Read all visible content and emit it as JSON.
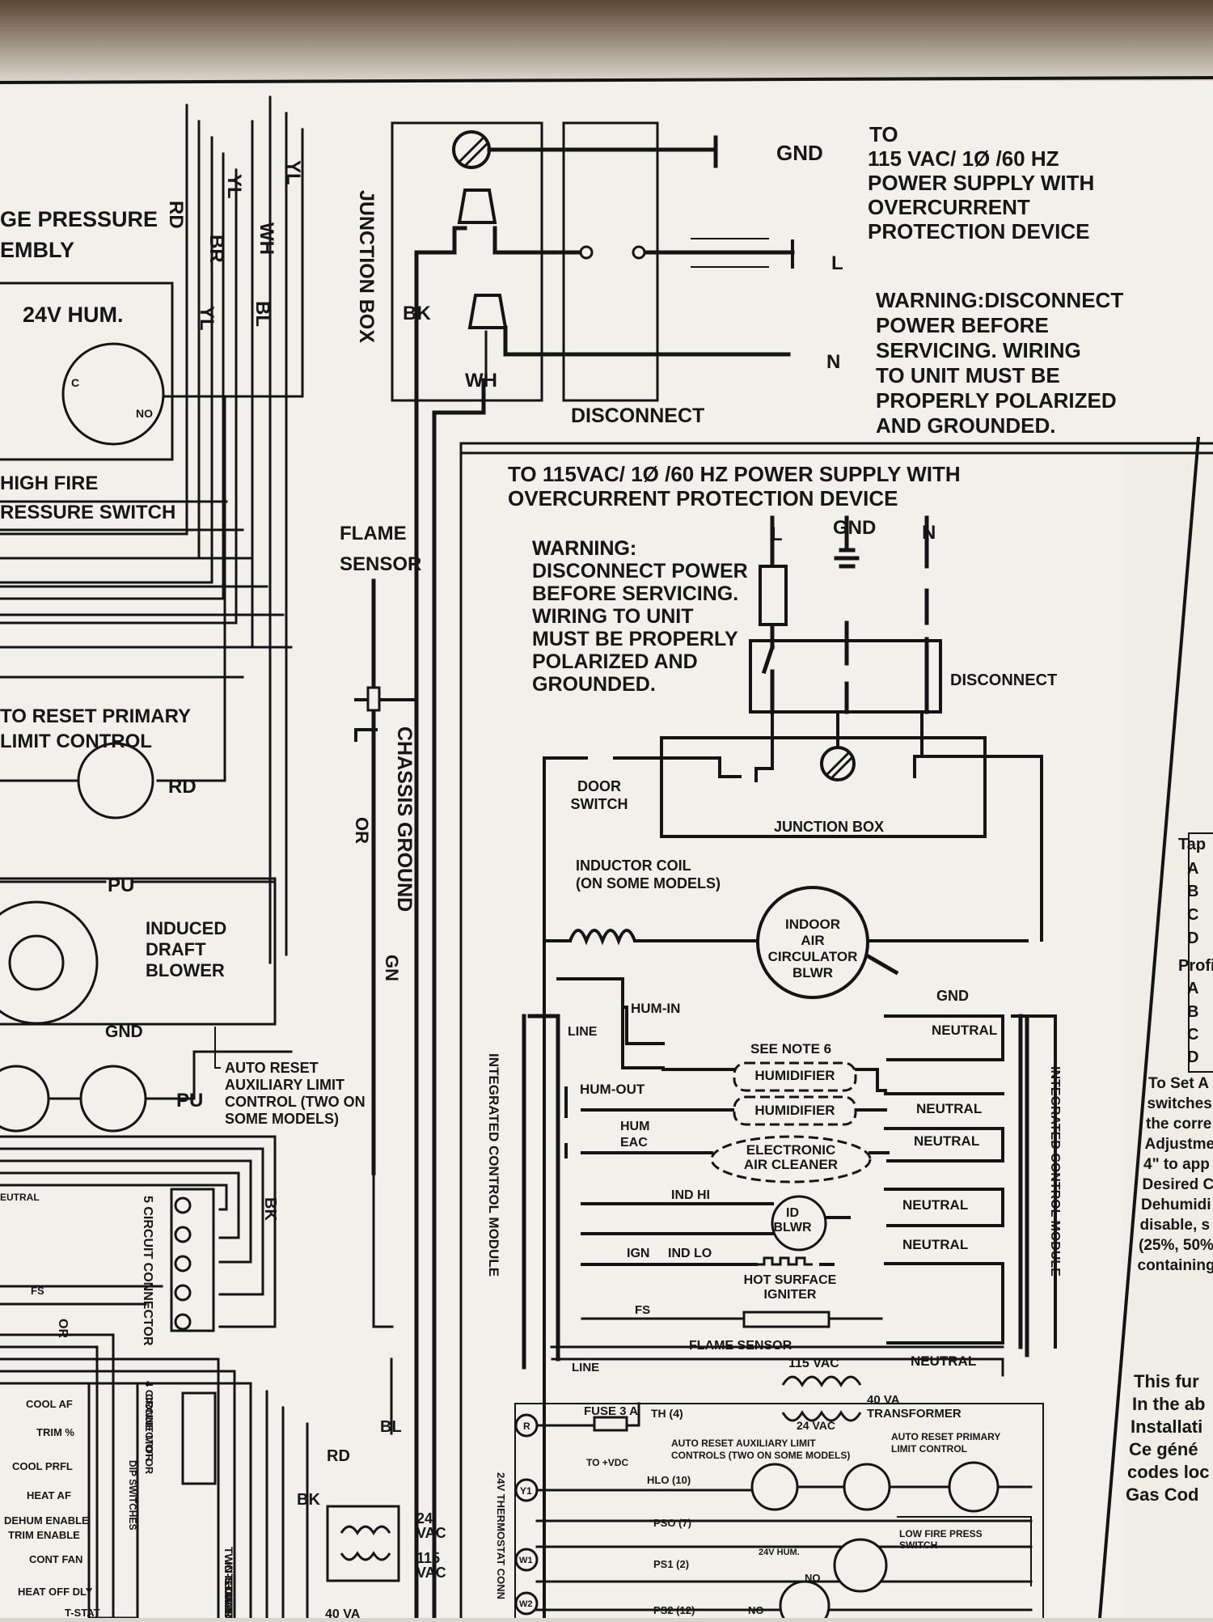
{
  "colors": {
    "paper": "#f1f0ea",
    "ink": "#141414",
    "shadow": "#7d6a55",
    "wall": "#d9d6ce"
  },
  "top": {
    "gnd": "GND",
    "to": "TO",
    "supply": [
      "115 VAC/ 1Ø /60 HZ",
      "POWER SUPPLY WITH",
      "OVERCURRENT",
      "PROTECTION DEVICE"
    ],
    "l": "L",
    "n": "N",
    "warning": [
      "WARNING:DISCONNECT",
      "POWER BEFORE",
      "SERVICING. WIRING",
      "TO UNIT MUST BE",
      "PROPERLY POLARIZED",
      "AND GROUNDED."
    ],
    "disconnect": "DISCONNECT",
    "junction_box": "JUNCTION BOX",
    "bk": "BK",
    "wh": "WH"
  },
  "left": {
    "pressure": [
      "GE PRESSURE",
      "EMBLY"
    ],
    "wire_labels": [
      "RD",
      "YL",
      "BR",
      "YL",
      "WH",
      "BL",
      "YL"
    ],
    "hum": "24V HUM.",
    "c": "C",
    "no": "NO",
    "high_fire": [
      "HIGH FIRE",
      "RESSURE SWITCH"
    ],
    "reset_primary": [
      "TO RESET PRIMARY",
      "LIMIT CONTROL"
    ],
    "rd": "RD",
    "pu": "PU",
    "induced": [
      "INDUCED",
      "DRAFT",
      "BLOWER"
    ],
    "gnd": "GND",
    "pu2": "PU",
    "aux": [
      "AUTO RESET",
      "AUXILIARY LIMIT",
      "CONTROL (TWO ON",
      "SOME MODELS)"
    ],
    "five_circuit": "5 CIRCUIT CONNECTOR",
    "bk": "BK",
    "eutral": "EUTRAL",
    "fs": "FS",
    "or": "OR"
  },
  "flame": {
    "label": [
      "FLAME",
      "SENSOR"
    ],
    "or": "OR",
    "chassis": "CHASSIS GROUND",
    "gn": "GN"
  },
  "main": {
    "title": [
      "TO 115VAC/ 1Ø /60 HZ POWER SUPPLY WITH",
      "OVERCURRENT PROTECTION DEVICE"
    ],
    "l": "L",
    "gnd": "GND",
    "n": "N",
    "warning": [
      "WARNING:",
      "DISCONNECT POWER",
      "BEFORE SERVICING.",
      "WIRING TO UNIT",
      "MUST BE PROPERLY",
      "POLARIZED AND",
      "GROUNDED."
    ],
    "disconnect": "DISCONNECT",
    "door": [
      "DOOR",
      "SWITCH"
    ],
    "junction": "JUNCTION BOX",
    "inductor": [
      "INDUCTOR COIL",
      "(ON SOME MODELS)"
    ],
    "indoor": [
      "INDOOR",
      "AIR",
      "CIRCULATOR",
      "BLWR"
    ],
    "gnd2": "GND",
    "hum_in": "HUM-IN",
    "line": "LINE",
    "see_note": "SEE NOTE 6",
    "neutral_labels": [
      "NEUTRAL",
      "NEUTRAL",
      "NEUTRAL",
      "NEUTRAL",
      "NEUTRAL",
      "NEUTRAL"
    ],
    "hum_out": "HUM-OUT",
    "humidifier": [
      "HUMIDIFIER",
      "HUMIDIFIER"
    ],
    "hum_eac": [
      "HUM",
      "EAC"
    ],
    "eac": [
      "ELECTRONIC",
      "AIR CLEANER"
    ],
    "ind_hi": "IND HI",
    "id_blwr": [
      "ID",
      "BLWR"
    ],
    "ign": "IGN",
    "ind_lo": "IND LO",
    "hsi": [
      "HOT SURFACE",
      "IGNITER"
    ],
    "fs": "FS",
    "flame_sensor": "FLAME SENSOR",
    "line2": "LINE",
    "vac": "115 VAC",
    "icm": "INTEGRATED CONTROL MODULE"
  },
  "bottom": {
    "fuse": "FUSE 3 A",
    "th": "TH (4)",
    "va": [
      "40 VA",
      "TRANSFORMER"
    ],
    "vac24": "24 VAC",
    "aux": [
      "AUTO RESET AUXILIARY LIMIT",
      "CONTROLS (TWO ON SOME MODELS)"
    ],
    "primary": [
      "AUTO RESET PRIMARY",
      "LIMIT CONTROL"
    ],
    "to_vdc": "TO +VDC",
    "hlo": "HLO (10)",
    "pso": "PSO (7)",
    "ps1": "PS1 (2)",
    "ps2": "PS2 (12)",
    "low_fire": [
      "LOW FIRE PRESS",
      "SWITCH"
    ],
    "hum24": "24V HUM.",
    "no": "NO",
    "r": "R",
    "y1": "Y1",
    "w1": "W1",
    "w2": "W2",
    "tstat": "24V THERMOSTAT CONN"
  },
  "lower_left": {
    "labels": [
      "COOL AF",
      "TRIM %",
      "COOL PRFL",
      "HEAT AF",
      "DEHUM ENABLE",
      "TRIM ENABLE",
      "CONT FAN",
      "HEAT OFF DLY",
      "T-STAT"
    ],
    "circuit_motor": [
      "4 CIRCUIT MOTOR",
      "CONNECTOR"
    ],
    "dip": "DIP SWITCHES",
    "two_stage": [
      "TWO-STAGE",
      "INTEGRATED",
      "CONTROL",
      "MODULE"
    ],
    "rd": "RD",
    "bk": "BK",
    "bl": "BL",
    "vac24": [
      "24",
      "VAC"
    ],
    "vac115": [
      "115",
      "VAC"
    ],
    "va40": "40 VA"
  },
  "right_table": {
    "rows": [
      "Tap",
      "A",
      "B",
      "C",
      "D",
      "Profile",
      "A",
      "B",
      "C",
      "D"
    ],
    "text": [
      "To Set A",
      "switches",
      "the corre",
      "Adjustme",
      "4\" to app",
      "Desired C",
      "Dehumidi",
      "disable, s",
      "(25%, 50%",
      "containing"
    ],
    "notice": [
      "This fur",
      "In the ab",
      "Installati",
      "Ce géné",
      "codes loc",
      "Gas Cod"
    ]
  }
}
